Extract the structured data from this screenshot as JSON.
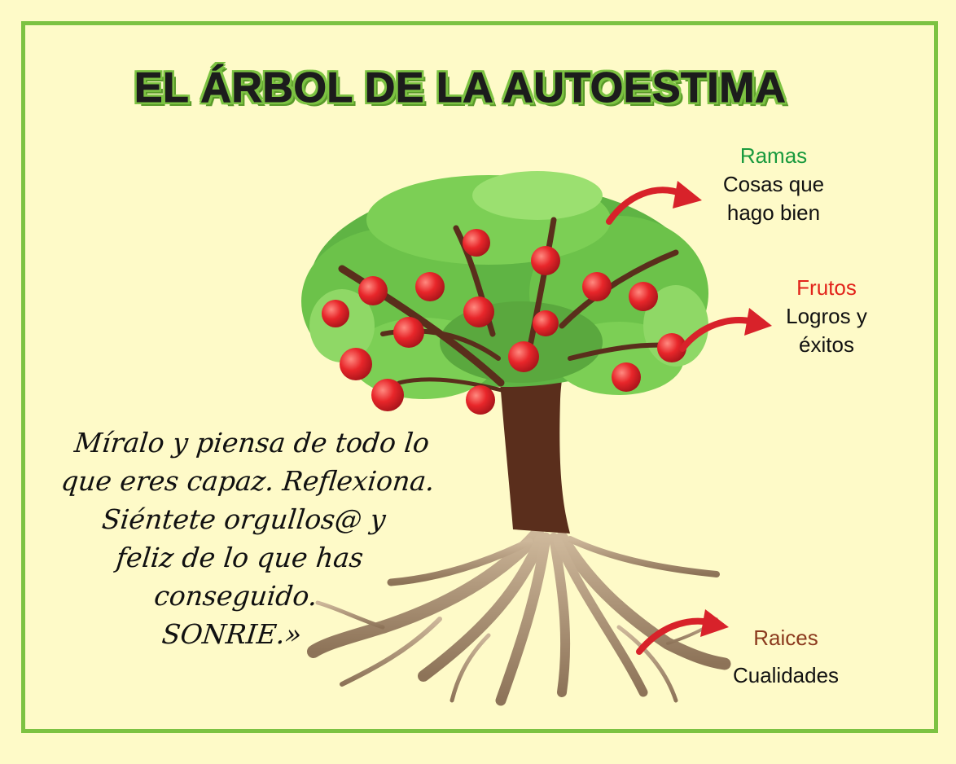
{
  "title": "EL ÁRBOL DE LA AUTOESTIMA",
  "ramas": {
    "label": "Ramas",
    "text_line1": "Cosas que",
    "text_line2": "hago bien"
  },
  "frutos": {
    "label": "Frutos",
    "text_line1": "Logros y",
    "text_line2": "éxitos"
  },
  "raices": {
    "label": "Raices",
    "text_line1": "Cualidades"
  },
  "quote": {
    "line1": "Míralo y piensa de todo lo",
    "line2": "que eres capaz. Reflexiona.",
    "line3": "Siéntete orgullos@ y",
    "line4": "feliz de lo que has",
    "line5": "conseguido.",
    "line6": "SONRIE.»"
  },
  "colors": {
    "background": "#fefac8",
    "frame": "#7cc242",
    "leaves": "#6cc24a",
    "trunk": "#5a2e1c",
    "fruit": "#e8262a",
    "arrow": "#d8222a"
  }
}
